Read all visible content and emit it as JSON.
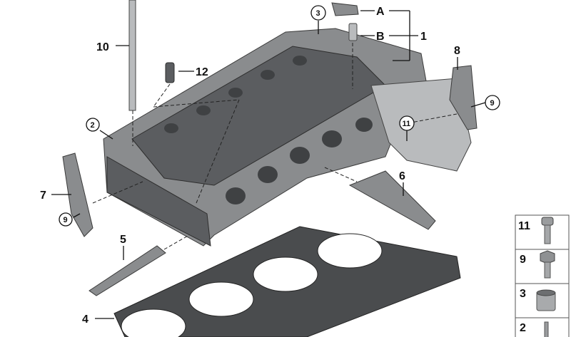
{
  "diagram": {
    "callouts": {
      "p1": "1",
      "p2": "2",
      "p3": "3",
      "p4": "4",
      "p5": "5",
      "p6": "6",
      "p7": "7",
      "p8": "8",
      "p9a": "9",
      "p9b": "9",
      "p10": "10",
      "p11": "11",
      "p12": "12",
      "pA": "A",
      "pB": "B"
    },
    "legend": [
      {
        "number": "11",
        "icon": "flange-bolt-icon"
      },
      {
        "number": "9",
        "icon": "hex-bolt-icon"
      },
      {
        "number": "3",
        "icon": "dowel-sleeve-icon"
      },
      {
        "number": "2",
        "icon": "stud-icon"
      }
    ]
  }
}
